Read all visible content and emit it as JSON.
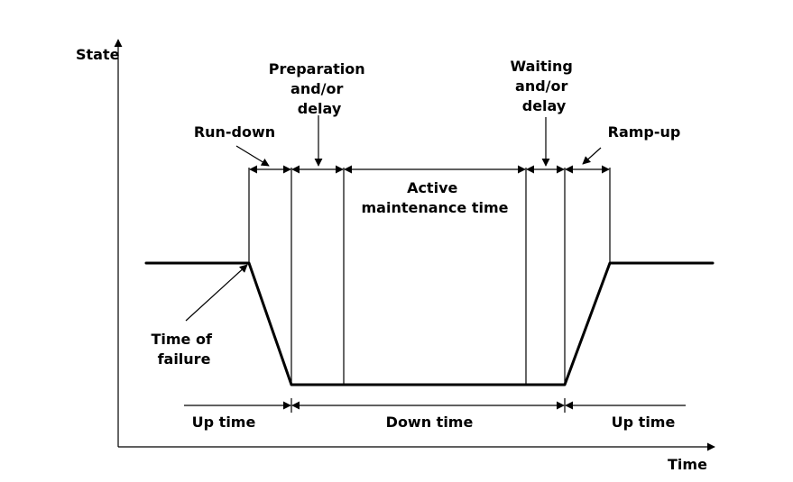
{
  "axes": {
    "y_label": "State",
    "x_label": "Time"
  },
  "labels": {
    "preparation": [
      "Preparation",
      "and/or",
      "delay"
    ],
    "waiting": [
      "Waiting",
      "and/or",
      "delay"
    ],
    "run_down": "Run-down",
    "ramp_up": "Ramp-up",
    "active": [
      "Active",
      "maintenance time"
    ],
    "time_of_failure": [
      "Time of",
      "failure"
    ],
    "up_time_left": "Up time",
    "down_time": "Down time",
    "up_time_right": "Up time"
  }
}
